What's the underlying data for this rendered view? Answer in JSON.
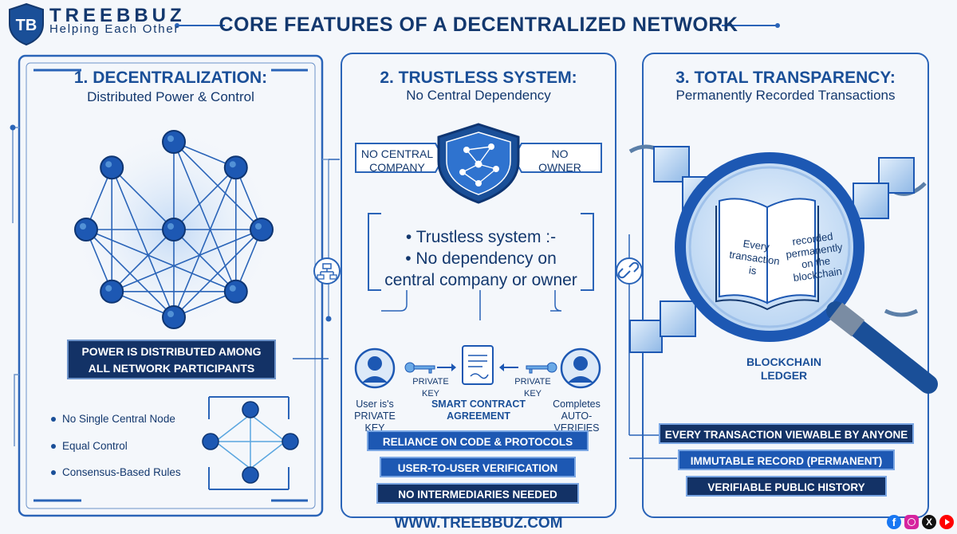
{
  "brand": {
    "initials": "TB",
    "name": "TREEBBUZ",
    "tagline": "Helping Each Other"
  },
  "title": "CORE FEATURES OF A DECENTRALIZED NETWORK",
  "panels": [
    {
      "title": "1. DECENTRALIZATION:",
      "subtitle": "Distributed Power & Control",
      "banner": [
        "POWER IS DISTRIBUTED AMONG",
        "ALL NETWORK PARTICIPANTS"
      ],
      "bullets": [
        "No Single Central Node",
        "Equal Control",
        "Consensus-Based Rules"
      ]
    },
    {
      "title": "2. TRUSTLESS SYSTEM:",
      "subtitle": "No Central Dependency",
      "shield_left": [
        "NO CENTRAL",
        "COMPANY"
      ],
      "shield_right": [
        "NO",
        "OWNER"
      ],
      "box_lines": [
        "• Trustless system :-",
        "• No dependency on",
        "central company or owner"
      ],
      "left_key": "PRIVATE KEY",
      "right_key": "PRIVATE KEY",
      "left_person": [
        "User is's",
        "PRIVATE KEY"
      ],
      "contract": [
        "SMART CONTRACT",
        "AGREEMENT"
      ],
      "right_person": [
        "Completes",
        "AUTO-VERIFIES"
      ],
      "pills": [
        "RELIANCE ON CODE & PROTOCOLS",
        "USER-TO-USER VERIFICATION",
        "NO INTERMEDIARIES NEEDED"
      ]
    },
    {
      "title": "3. TOTAL TRANSPARENCY:",
      "subtitle": "Permanently Recorded Transactions",
      "book_left": [
        "Every",
        "transaction",
        "is"
      ],
      "book_right": [
        "recorded",
        "permanently",
        "on the",
        "blockchain"
      ],
      "ledger_label": [
        "BLOCKCHAIN",
        "LEDGER"
      ],
      "pills": [
        "EVERY TRANSACTION VIEWABLE BY ANYONE",
        "IMMUTABLE RECORD (PERMANENT)",
        "VERIFIABLE PUBLIC HISTORY"
      ]
    }
  ],
  "website": "WWW.TREEBBUZ.COM",
  "social": [
    "facebook-icon",
    "instagram-icon",
    "x-icon",
    "youtube-icon"
  ],
  "colors": {
    "navy": "#133266",
    "blue": "#1d58b3",
    "accent": "#1a4f98",
    "background": "#f4f7fb"
  }
}
